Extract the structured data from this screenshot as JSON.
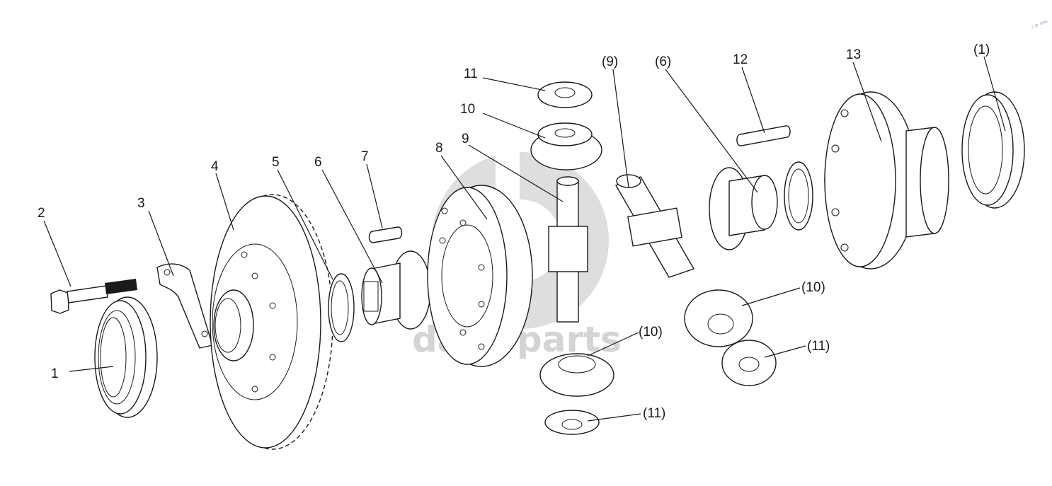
{
  "watermark": {
    "text": "data-parts",
    "logo_color": "#d9d9d9"
  },
  "corner_mark": "c.p. ooo",
  "callouts": [
    {
      "id": "c1",
      "label": "1"
    },
    {
      "id": "c2",
      "label": "2"
    },
    {
      "id": "c3",
      "label": "3"
    },
    {
      "id": "c4",
      "label": "4"
    },
    {
      "id": "c5",
      "label": "5"
    },
    {
      "id": "c6",
      "label": "6"
    },
    {
      "id": "c7",
      "label": "7"
    },
    {
      "id": "c8",
      "label": "8"
    },
    {
      "id": "c9",
      "label": "9"
    },
    {
      "id": "c10",
      "label": "10"
    },
    {
      "id": "c11",
      "label": "11"
    },
    {
      "id": "c9p",
      "label": "(9)"
    },
    {
      "id": "c6p",
      "label": "(6)"
    },
    {
      "id": "c12",
      "label": "12"
    },
    {
      "id": "c13",
      "label": "13"
    },
    {
      "id": "c1p",
      "label": "(1)"
    },
    {
      "id": "c10a",
      "label": "(10)"
    },
    {
      "id": "c11a",
      "label": "(11)"
    },
    {
      "id": "c10b",
      "label": "(10)"
    },
    {
      "id": "c11b",
      "label": "(11)"
    }
  ]
}
